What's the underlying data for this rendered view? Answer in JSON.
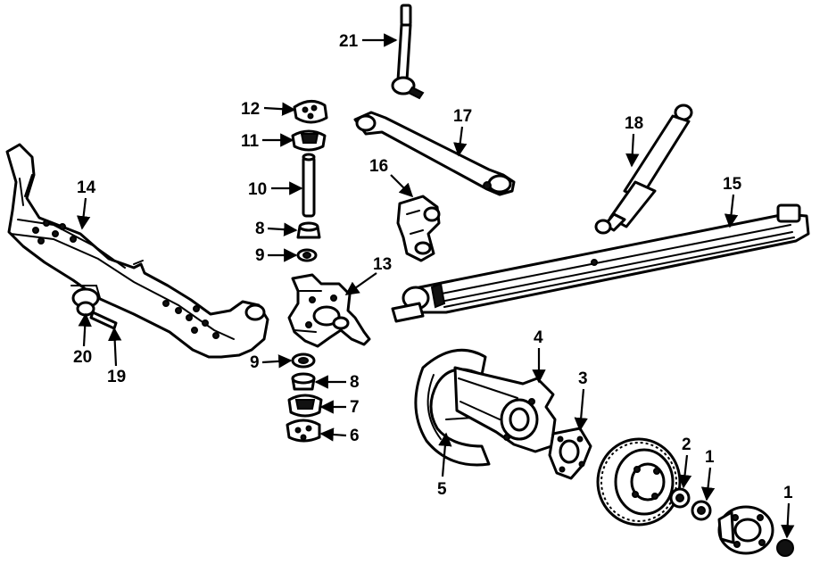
{
  "callouts": {
    "c1a": "1",
    "c1b": "1",
    "c2": "2",
    "c3": "3",
    "c4": "4",
    "c5": "5",
    "c6": "6",
    "c7": "7",
    "c8a": "8",
    "c8b": "8",
    "c9a": "9",
    "c9b": "9",
    "c10": "10",
    "c11": "11",
    "c12": "12",
    "c13": "13",
    "c14": "14",
    "c15": "15",
    "c16": "16",
    "c17": "17",
    "c18": "18",
    "c19": "19",
    "c20": "20",
    "c21": "21"
  }
}
